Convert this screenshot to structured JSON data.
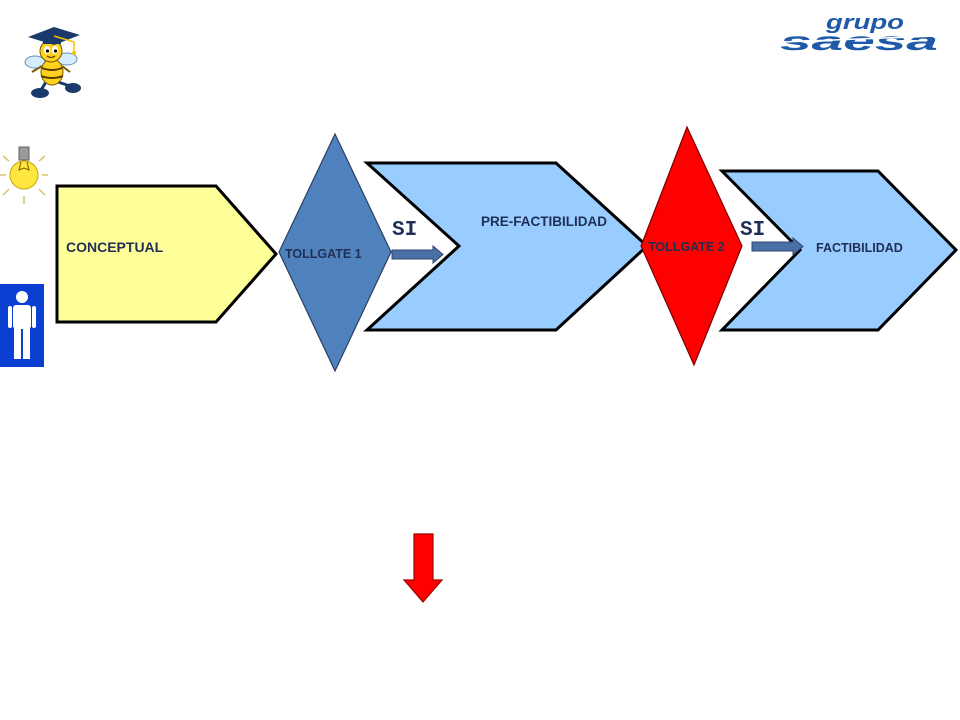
{
  "logo": {
    "top": "grupo",
    "bottom": "saesa"
  },
  "flow": {
    "conceptual": {
      "label": "CONCEPTUAL"
    },
    "tollgate_1": {
      "label": "TOLLGATE 1"
    },
    "decision_1": {
      "label": "SI"
    },
    "pre_factibilidad": {
      "label": "PRE-FACTIBILIDAD"
    },
    "tollgate_2": {
      "label": "TOLLGATE 2"
    },
    "decision_2": {
      "label": "SI"
    },
    "factibilidad": {
      "label": "FACTIBILIDAD"
    }
  },
  "icons": {
    "mascot": "bee-graduate-icon",
    "bulb": "light-bulb-icon",
    "person": "person-icon",
    "flow_arrow": "arrow-right-icon",
    "down_arrow": "arrow-down-icon"
  },
  "colors": {
    "conceptual": "#ffff99",
    "tollgate_1": "#4f81bd",
    "phase": "#99ccff",
    "tollgate_2": "#ff0000",
    "flow_arrow": "#4a6fa5",
    "down_arrow": "#ff0000",
    "label_text": "#1f2f55",
    "logo": "#1e5aa8",
    "person_box": "#0a3fd1"
  }
}
